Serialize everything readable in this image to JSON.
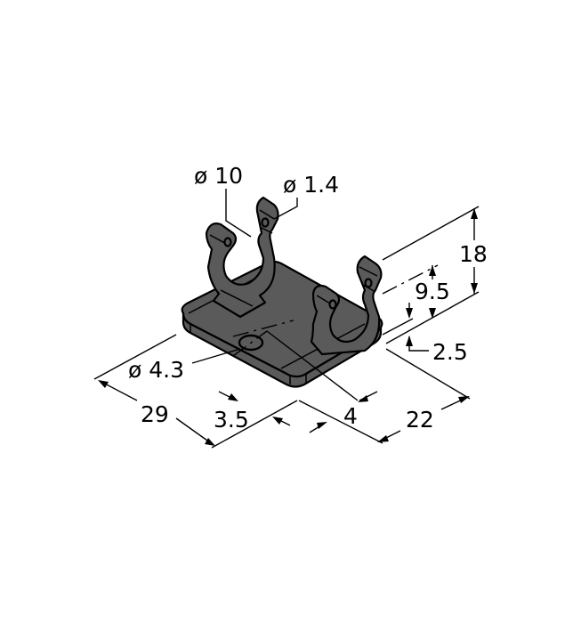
{
  "drawing": {
    "title": "Mounting bracket with two cable clips",
    "part_color": "#5a5a5a",
    "line_color": "#000000",
    "background": "#ffffff"
  },
  "dimensions": {
    "clip_inner_diameter": "ø 10",
    "clip_pin_hole_diameter": "ø 1.4",
    "mount_hole_diameter": "ø 4.3",
    "overall_height": "18",
    "clip_center_height": "9.5",
    "base_thickness": "2.5",
    "length": "29",
    "hole_offset_x": "3.5",
    "hole_offset_y": "4",
    "width": "22"
  }
}
